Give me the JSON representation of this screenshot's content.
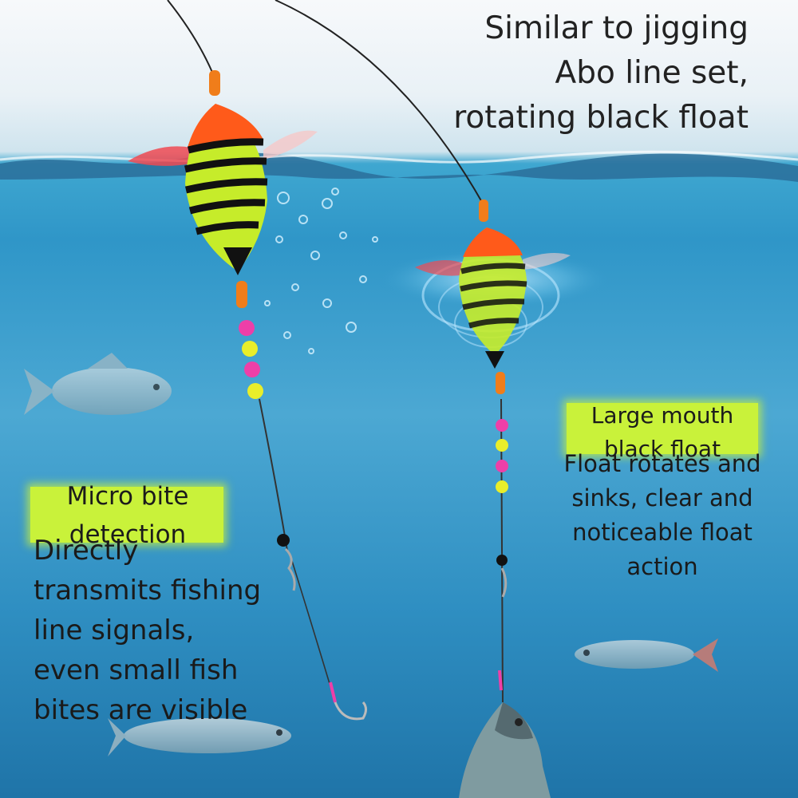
{
  "headline": {
    "line1": "Similar to jigging",
    "line2": "Abo line set,",
    "line3": "rotating black float"
  },
  "left_callout": {
    "tag_line1": "Micro bite",
    "tag_line2": "detection",
    "body_lines": [
      "Directly",
      "transmits fishing",
      "line signals,",
      "even small fish",
      "bites are visible"
    ]
  },
  "right_callout": {
    "tag_line1": "Large mouth",
    "tag_line2": "black float",
    "body_lines": [
      "Float rotates and",
      "sinks, clear and",
      "noticeable float",
      "action"
    ]
  },
  "colors": {
    "tag_highlight": "#c9f23a",
    "float_body": "#c6ec2a",
    "float_tip": "#ff5a1a",
    "bead_pink": "#ee3fa8",
    "bead_yellow": "#e9ee2a"
  }
}
